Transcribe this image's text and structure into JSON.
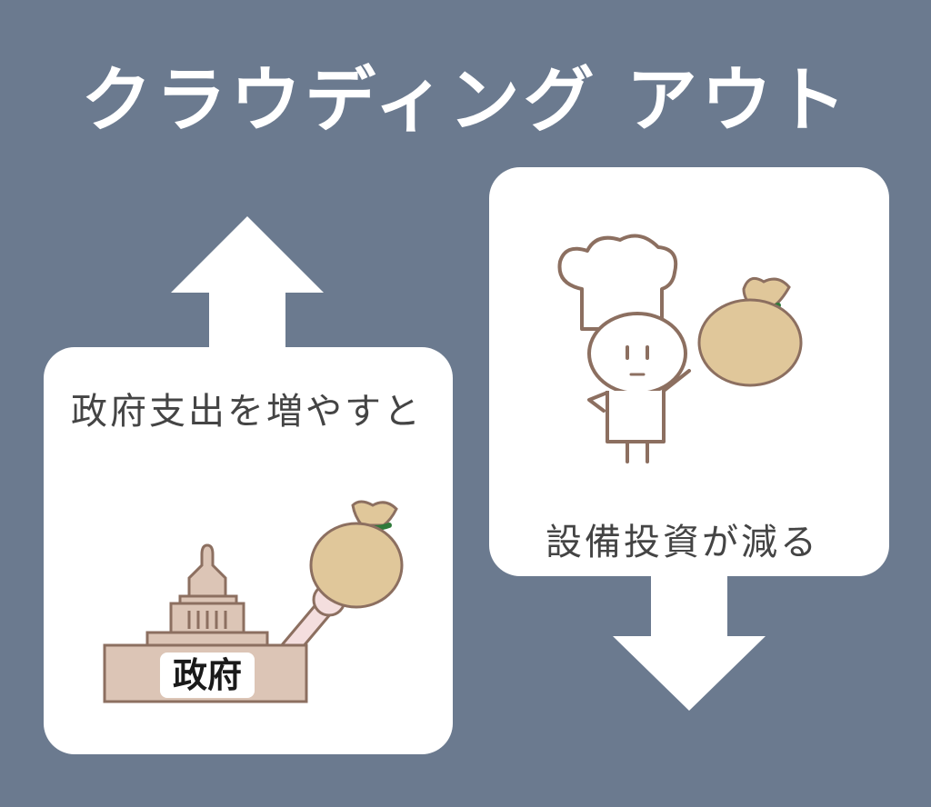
{
  "title": "クラウディング アウト",
  "left_panel": {
    "caption": "政府支出を増やすと",
    "building_label": "政府"
  },
  "right_panel": {
    "caption": "設備投資が減る"
  },
  "icons": {
    "up_arrow": "arrow-up-icon",
    "down_arrow": "arrow-down-icon",
    "government_building": "diet-building-icon",
    "money_bag": "money-bag-icon",
    "chef": "chef-icon"
  },
  "colors": {
    "background": "#6b7a8f",
    "panel": "#ffffff",
    "bag": "#e0c79a",
    "building": "#dcc5b6",
    "outline": "#8c6f60",
    "bag_tie": "#2f7a3a"
  }
}
